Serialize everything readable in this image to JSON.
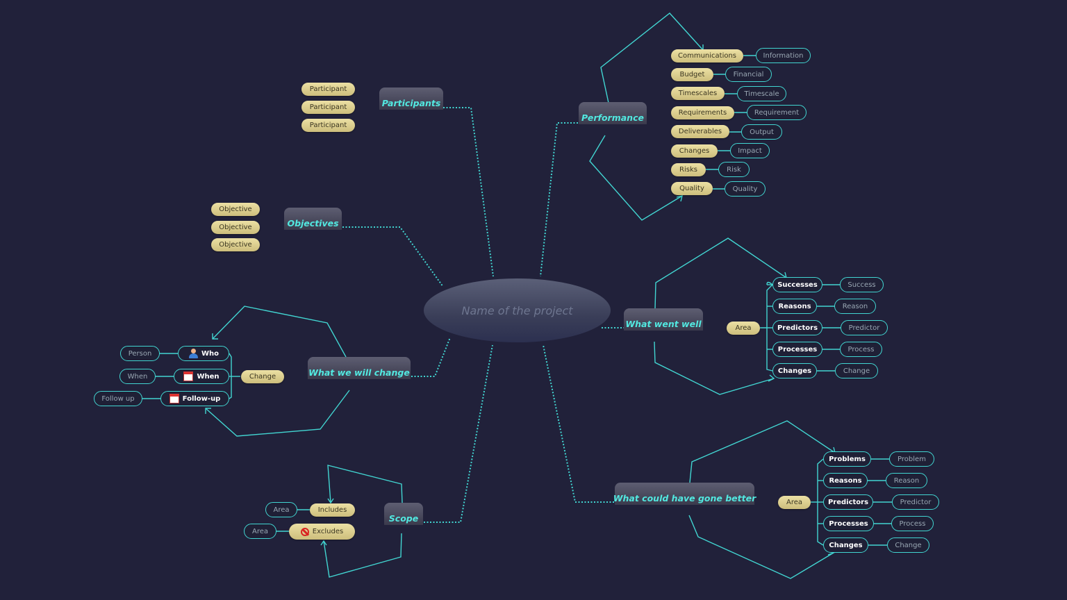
{
  "colors": {
    "background": "#21213a",
    "connector": "#42d6d2",
    "branch_text": "#52e8e0",
    "pill": "#e6d89a"
  },
  "center": {
    "label": "Name of the project"
  },
  "branches": {
    "participants": "Participants",
    "objectives": "Objectives",
    "performance": "Performance",
    "went_well": "What went well",
    "change": "What we will change",
    "scope": "Scope",
    "better": "What could have gone better"
  },
  "participants": [
    "Participant",
    "Participant",
    "Participant"
  ],
  "objectives": [
    "Objective",
    "Objective",
    "Objective"
  ],
  "performance": [
    {
      "label": "Communications",
      "detail": "Information"
    },
    {
      "label": "Budget",
      "detail": "Financial"
    },
    {
      "label": "Timescales",
      "detail": "Timescale"
    },
    {
      "label": "Requirements",
      "detail": "Requirement"
    },
    {
      "label": "Deliverables",
      "detail": "Output"
    },
    {
      "label": "Changes",
      "detail": "Impact"
    },
    {
      "label": "Risks",
      "detail": "Risk"
    },
    {
      "label": "Quality",
      "detail": "Quality"
    }
  ],
  "went_well": {
    "area": "Area",
    "items": [
      {
        "label": "Successes",
        "detail": "Success"
      },
      {
        "label": "Reasons",
        "detail": "Reason"
      },
      {
        "label": "Predictors",
        "detail": "Predictor"
      },
      {
        "label": "Processes",
        "detail": "Process"
      },
      {
        "label": "Changes",
        "detail": "Change"
      }
    ]
  },
  "better": {
    "area": "Area",
    "items": [
      {
        "label": "Problems",
        "detail": "Problem"
      },
      {
        "label": "Reasons",
        "detail": "Reason"
      },
      {
        "label": "Predictors",
        "detail": "Predictor"
      },
      {
        "label": "Processes",
        "detail": "Process"
      },
      {
        "label": "Changes",
        "detail": "Change"
      }
    ]
  },
  "change": {
    "pill": "Change",
    "items": [
      {
        "label": "Who",
        "detail": "Person",
        "icon": "person-icon"
      },
      {
        "label": "When",
        "detail": "When",
        "icon": "calendar-icon"
      },
      {
        "label": "Follow-up",
        "detail": "Follow up",
        "icon": "calendar-icon"
      }
    ]
  },
  "scope": {
    "items": [
      {
        "label": "Includes",
        "detail": "Area",
        "icon": ""
      },
      {
        "label": "Excludes",
        "detail": "Area",
        "icon": "no-entry-icon"
      }
    ]
  }
}
